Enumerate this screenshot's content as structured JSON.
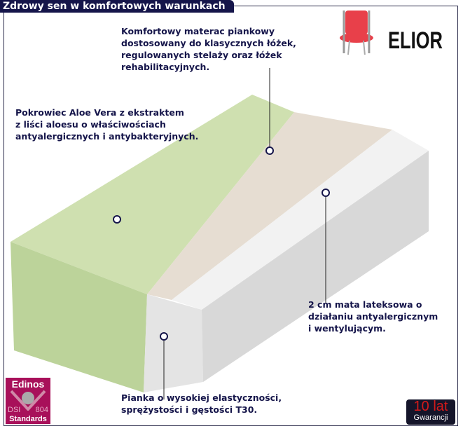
{
  "header": {
    "title": "Zdrowy sen w komfortowych warunkach"
  },
  "brand": {
    "name": "ELIOR",
    "icon": "chair-icon"
  },
  "callouts": {
    "top": [
      "Komfortowy materac piankowy",
      "dostosowany do klasycznych łóżek,",
      "regulowanych stelaży oraz łóżek",
      "rehabilitacyjnych."
    ],
    "cover": [
      "Pokrowiec Aloe Vera z ekstraktem",
      "z liści aloesu o właściwościach",
      "antyalergicznych i antybakteryjnych."
    ],
    "latex": [
      "2 cm mata lateksowa o",
      "działaniu antyalergicznym",
      "i wentylującym."
    ],
    "foam": [
      "Pianka o wysokiej elastyczności,",
      "sprężystości i gęstości T30."
    ]
  },
  "badges": {
    "edinos": {
      "top": "Edinos",
      "left": "DSI",
      "right": "804",
      "bottom": "Standards"
    },
    "warranty": {
      "years": "10 lat",
      "label": "Gwarancji"
    }
  },
  "colors": {
    "navy": "#15154a",
    "cover": "#c9dca8",
    "latex": "#e6ddd2",
    "foam": "#ededed",
    "edinos": "#a8105a",
    "warranty_red": "#d41a1a"
  }
}
